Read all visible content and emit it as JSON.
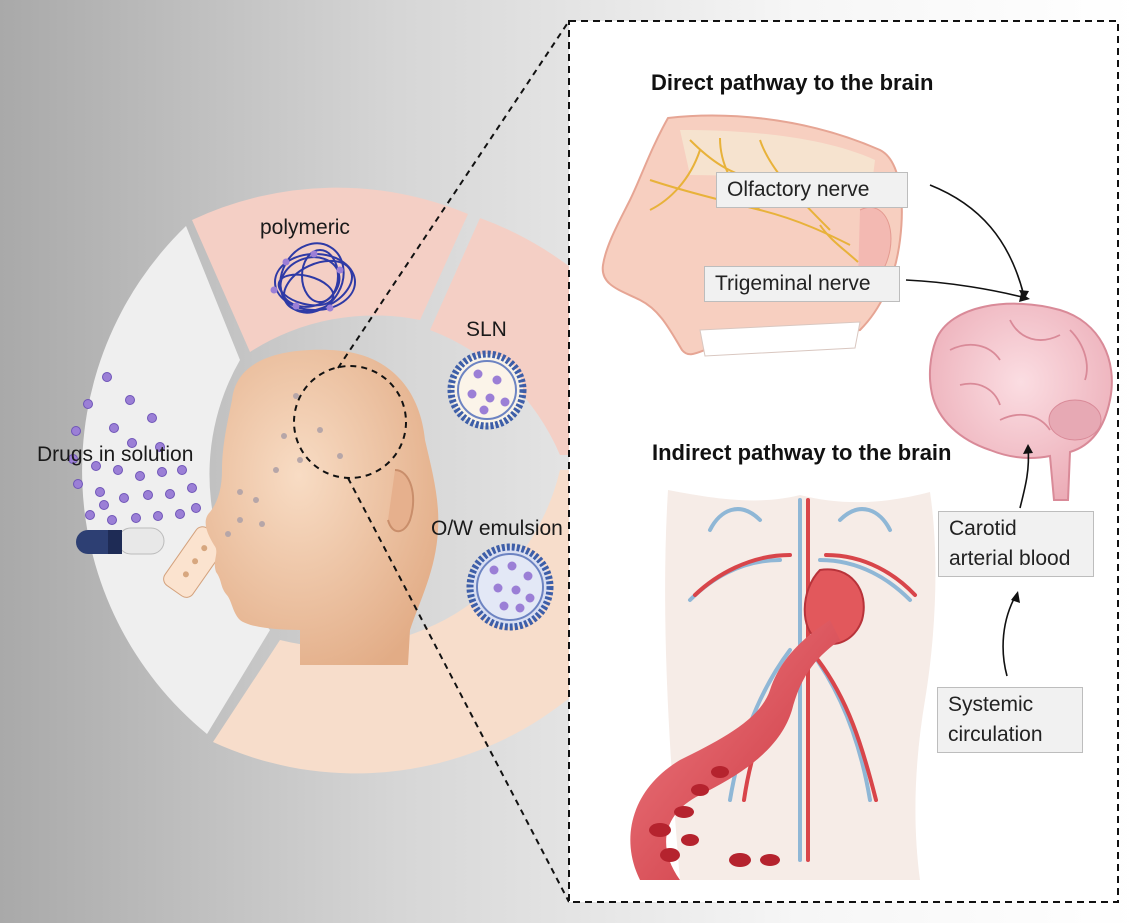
{
  "wheel": {
    "segments": [
      {
        "id": "polymeric",
        "label": "polymeric",
        "color": "#f5cfc4"
      },
      {
        "id": "sln",
        "label": "SLN",
        "color": "#f5cfc4"
      },
      {
        "id": "ow",
        "label": "O/W emulsion",
        "color": "#f7dcc9"
      },
      {
        "id": "drugs",
        "label": "Drugs in solution",
        "color": "#eeeeee"
      }
    ]
  },
  "panel": {
    "direct_title": "Direct pathway to the brain",
    "indirect_title": "Indirect pathway to the brain",
    "boxes": {
      "olfactory": "Olfactory nerve",
      "trigeminal": "Trigeminal nerve",
      "carotid_line1": "Carotid",
      "carotid_line2": "arterial blood",
      "systemic_line1": "Systemic",
      "systemic_line2": "circulation"
    }
  },
  "colors": {
    "particle": "#9b7fd6",
    "membrane": "#3d5ea8",
    "polymer": "#2e3aa6",
    "skin": "#f2c7a4",
    "nerve": "#e8b23a",
    "artery": "#d8454a",
    "vein": "#8fb7d6"
  }
}
